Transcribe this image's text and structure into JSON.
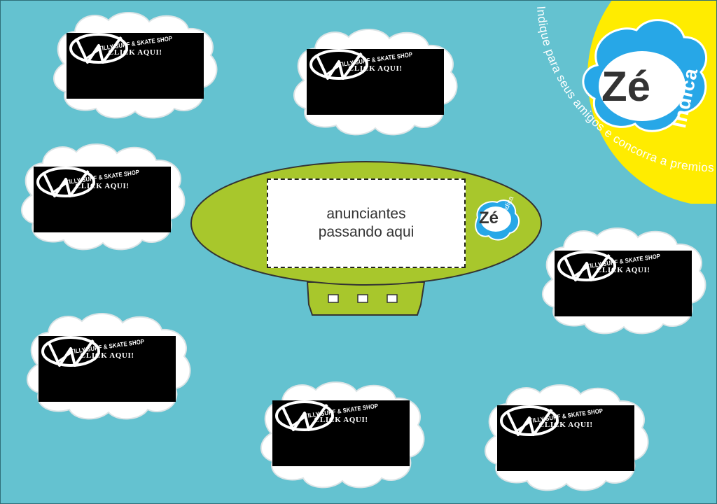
{
  "ads": [
    {
      "shop": "TILLY SURF & SKATE SHOP",
      "cta": "CLICK AQUI!"
    },
    {
      "shop": "TILLY SURF & SKATE SHOP",
      "cta": "CLICK AQUI!"
    },
    {
      "shop": "TILLY SURF & SKATE SHOP",
      "cta": "CLICK AQUI!"
    },
    {
      "shop": "TILLY SURF & SKATE SHOP",
      "cta": "CLICK AQUI!"
    },
    {
      "shop": "TILLY SURF & SKATE SHOP",
      "cta": "CLICK AQUI!"
    },
    {
      "shop": "TILLY SURF & SKATE SHOP",
      "cta": "CLICK AQUI!"
    },
    {
      "shop": "TILLY SURF & SKATE SHOP",
      "cta": "CLICK AQUI!"
    }
  ],
  "blimp": {
    "banner_line1": "anunciantes",
    "banner_line2": "passando aqui",
    "badge_ze": "Zé",
    "badge_indica": "Indica"
  },
  "brand": {
    "ze": "Zé",
    "indica": "Indica",
    "tagline": "Indique para seus amigos e concorra a premios"
  },
  "colors": {
    "background": "#64c2d0",
    "blimp_green": "#a8c72c",
    "brand_yellow": "#ffec00",
    "brand_blue": "#27a7e7",
    "ad_black": "#000000"
  },
  "icons": [
    "cloud-shape",
    "tilly-logo-icon",
    "ze-indica-logo-icon"
  ]
}
